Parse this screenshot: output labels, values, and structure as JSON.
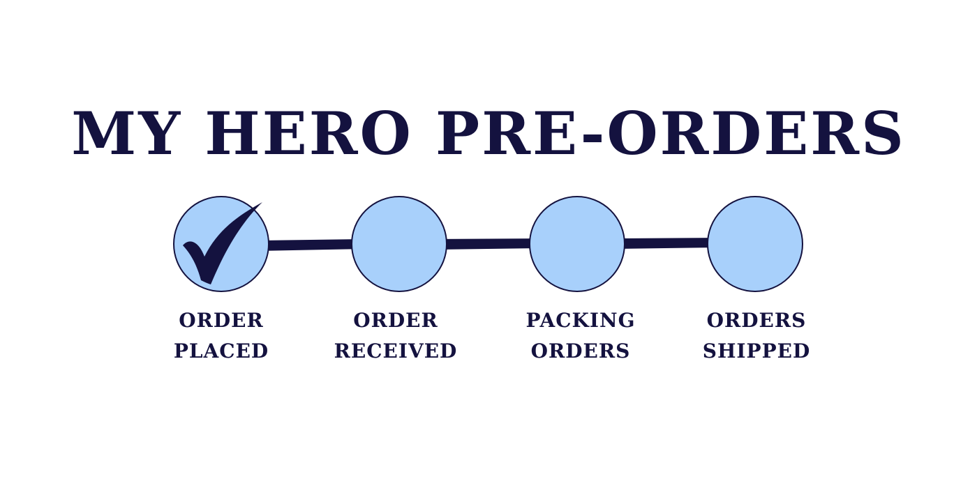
{
  "title": "MY HERO PRE-ORDERS",
  "colors": {
    "navy": "#14123f",
    "circle_fill": "#a8d0fb",
    "background": "#ffffff"
  },
  "steps": [
    {
      "line1": "ORDER",
      "line2": "PLACED",
      "completed": true,
      "icon": "checkmark-icon"
    },
    {
      "line1": "ORDER",
      "line2": "RECEIVED",
      "completed": false
    },
    {
      "line1": "PACKING",
      "line2": "ORDERS",
      "completed": false
    },
    {
      "line1": "ORDERS",
      "line2": "SHIPPED",
      "completed": false
    }
  ]
}
